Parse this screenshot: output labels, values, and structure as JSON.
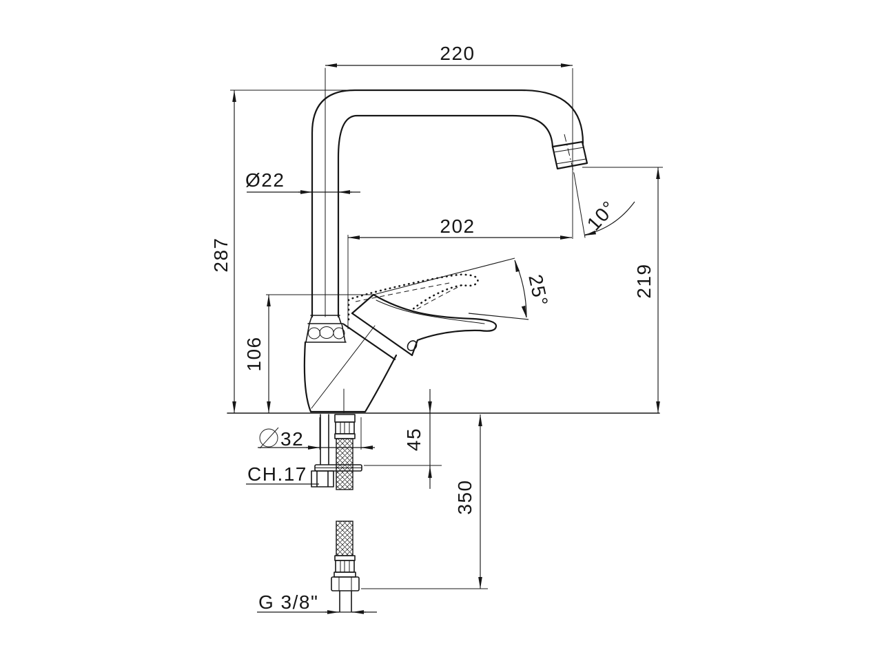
{
  "document": {
    "type": "technical dimension drawing",
    "subject": "single-lever kitchen sink mixer tap, side elevation with installation dimensions"
  },
  "colors": {
    "line": "#161616",
    "background": "#ffffff"
  },
  "drawing": {
    "dims": {
      "spout_reach": "220",
      "spout_tube_dia": "Ø22",
      "outlet_reach": "202",
      "total_height": "287",
      "outlet_height": "219",
      "body_joint_height": "106",
      "base_dia_value": "32",
      "wrench": "CH.17",
      "deck_thickness": "45",
      "hose_drop": "350",
      "outlet_angle": "10°",
      "lever_angle": "25°",
      "thread": "G 3/8\""
    }
  }
}
